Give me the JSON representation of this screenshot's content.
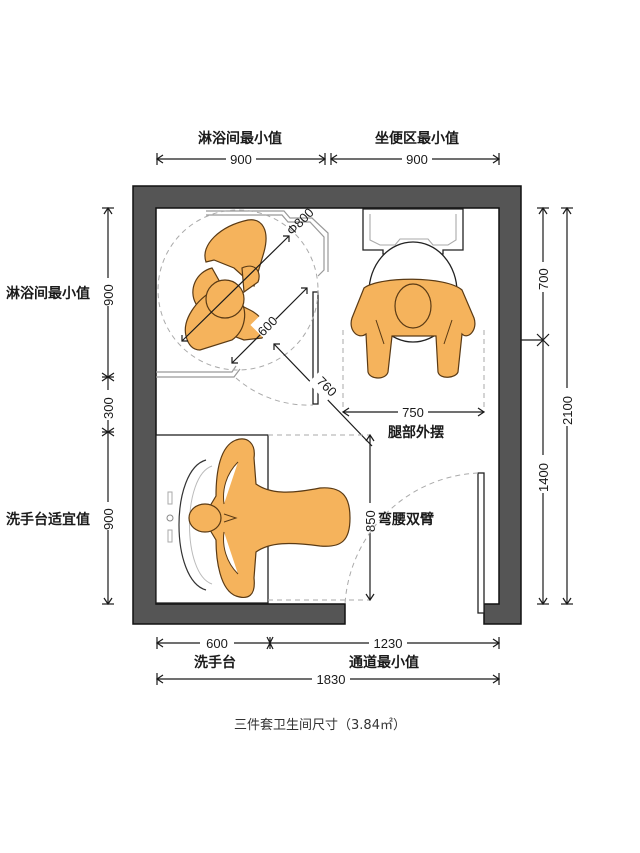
{
  "title": "三件套卫生间尺寸（3.84㎡）",
  "colors": {
    "wall": "#555555",
    "figure": "#F5B35C",
    "figure_outline": "#5a3a14",
    "dimension_line": "#1a1a1a",
    "swing_arc": "#aaaaaa",
    "background": "#ffffff"
  },
  "top_dimensions": {
    "shower_label": "淋浴间最小值",
    "shower_value": "900",
    "toilet_label": "坐便区最小值",
    "toilet_value": "900"
  },
  "left_dimensions": {
    "shower_label": "淋浴间最小值",
    "shower_value": "900",
    "gap_value": "300",
    "basin_label": "洗手台适宜值",
    "basin_value": "900"
  },
  "right_dimensions": {
    "upper_value": "700",
    "lower_value": "1400",
    "total_value": "2100"
  },
  "bottom_dimensions": {
    "basin_value": "600",
    "basin_label": "洗手台",
    "passage_value": "1230",
    "passage_label": "通道最小值",
    "total_value": "1830"
  },
  "interior_dimensions": {
    "shower_diameter": "Φ800",
    "shower_depth": "600",
    "shower_door": "760",
    "leg_swing_value": "750",
    "leg_swing_label": "腿部外摆",
    "bend_value": "850",
    "bend_label": "弯腰双臂"
  }
}
